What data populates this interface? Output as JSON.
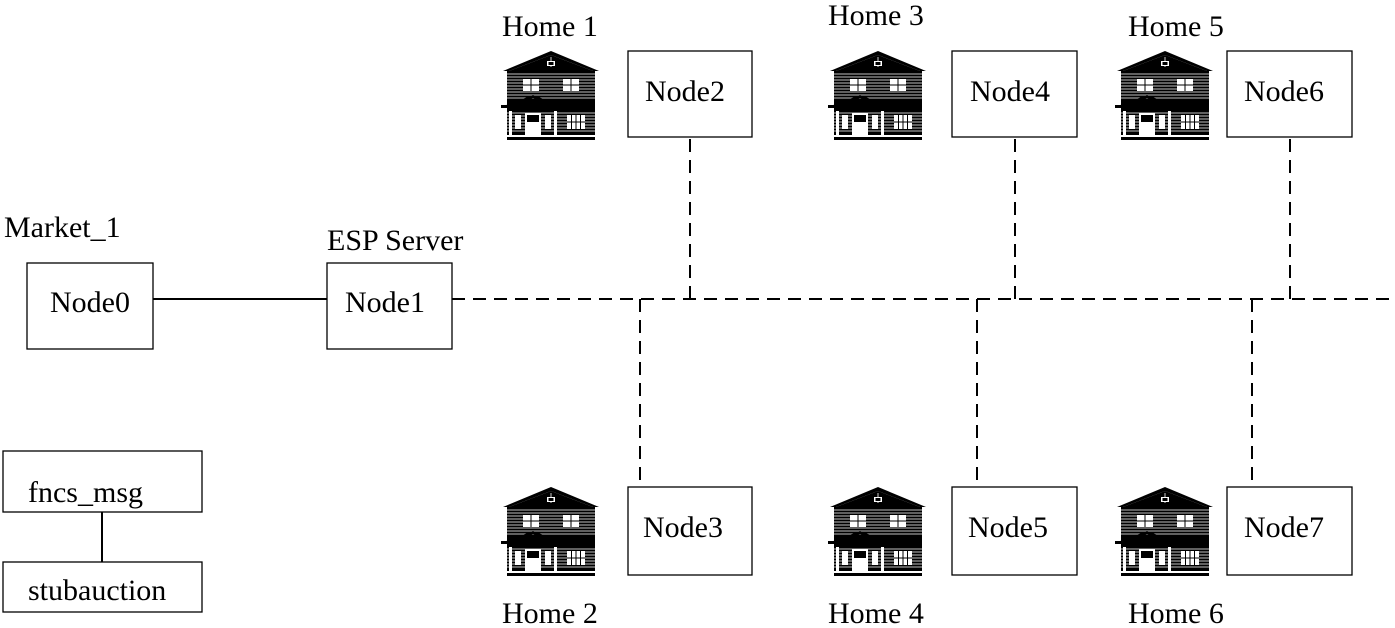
{
  "diagram": {
    "market": {
      "title": "Market_1",
      "node": "Node0"
    },
    "esp": {
      "title": "ESP Server",
      "node": "Node1"
    },
    "homes": [
      {
        "title": "Home 1",
        "node": "Node2",
        "icon": "house-icon"
      },
      {
        "title": "Home 2",
        "node": "Node3",
        "icon": "house-icon"
      },
      {
        "title": "Home 3",
        "node": "Node4",
        "icon": "house-icon"
      },
      {
        "title": "Home 4",
        "node": "Node5",
        "icon": "house-icon"
      },
      {
        "title": "Home 5",
        "node": "Node6",
        "icon": "house-icon"
      },
      {
        "title": "Home 6",
        "node": "Node7",
        "icon": "house-icon"
      }
    ],
    "legend": {
      "top": "fncs_msg",
      "bottom": "stubauction"
    }
  }
}
